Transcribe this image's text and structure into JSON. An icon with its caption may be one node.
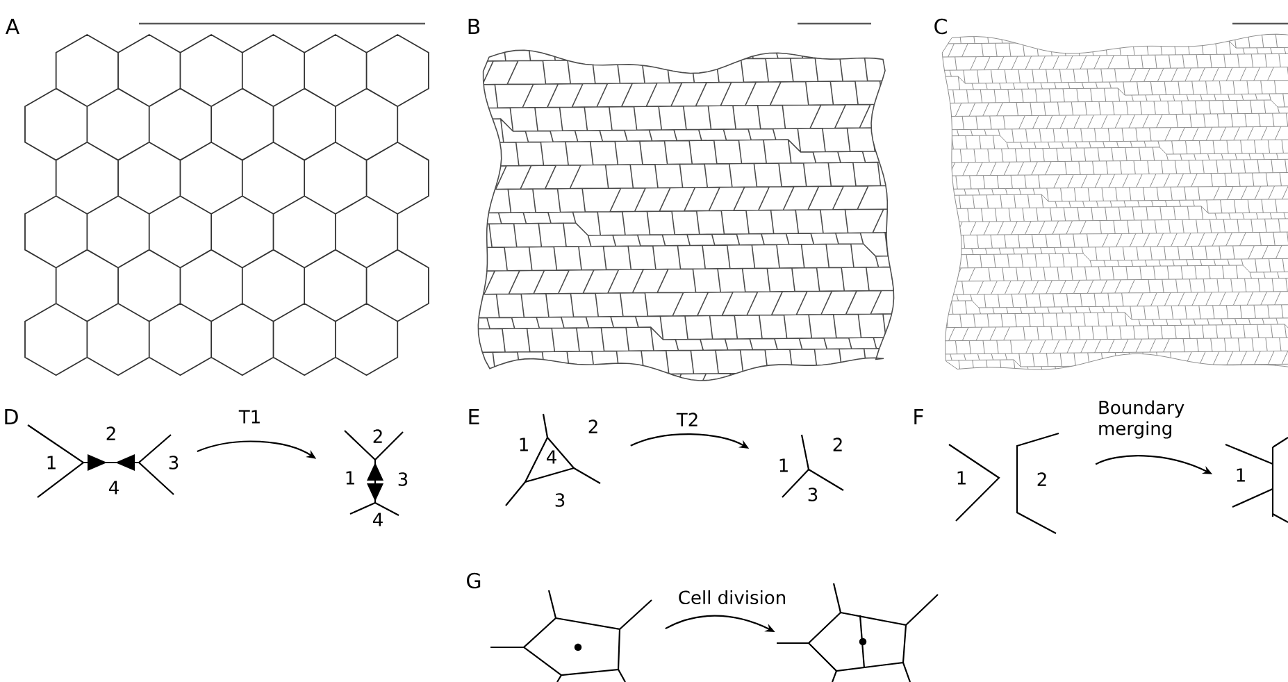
{
  "diagram": {
    "nodes": [
      {
        "text": [],
        "shape": "picture"
      },
      {
        "text": [],
        "shape": "picture"
      },
      {
        "text": [],
        "shape": "picture"
      },
      {
        "text": [],
        "shape": "picture"
      },
      {
        "text": [],
        "shape": "picture"
      },
      {
        "text": [],
        "shape": "picture"
      },
      {
        "text": [],
        "shape": "picture"
      },
      {
        "text": [],
        "shape": "picture"
      }
    ],
    "edges": [
      {
        "from": 0,
        "to": 1,
        "arrow": "to",
        "label": "T1"
      },
      {
        "from": 2,
        "to": 3,
        "arrow": "to",
        "label": "T2"
      },
      {
        "from": 4,
        "to": 5,
        "arrow": "to",
        "label": "Boundary merging"
      },
      {
        "from": 6,
        "to": 7,
        "arrow": "to",
        "label": "Cell division"
      }
    ],
    "labels": [
      "A",
      "B",
      "C",
      "D",
      "2",
      "1",
      "4",
      "3",
      "2",
      "1",
      "3",
      "4",
      "E",
      "1",
      "2",
      "4",
      "3",
      "1",
      "2",
      "3",
      "F",
      "1",
      "2",
      "1",
      "G"
    ]
  }
}
